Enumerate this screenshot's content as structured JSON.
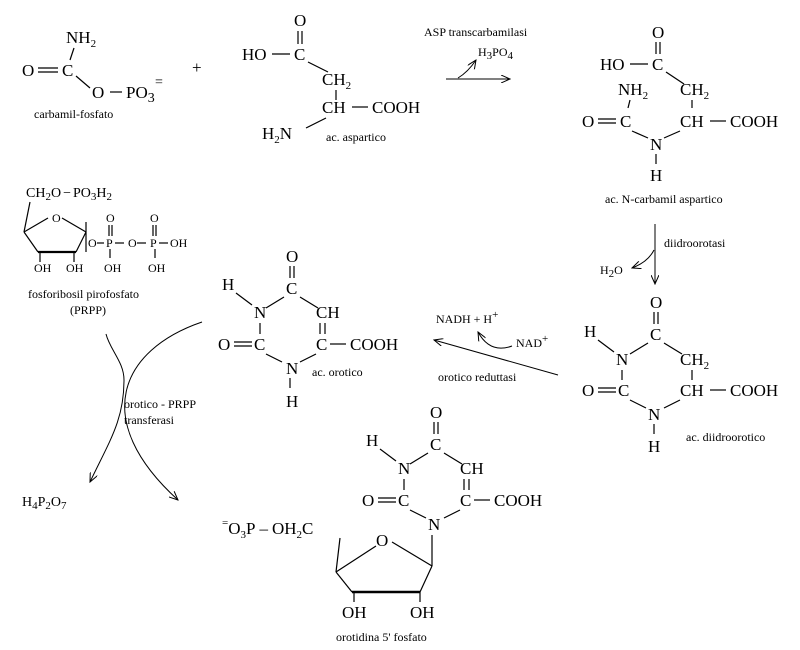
{
  "reactants": {
    "carbamil": {
      "nh2": "NH",
      "nh2_sub": "2",
      "o": "O",
      "c": "C",
      "opo": "O",
      "po": "PO",
      "po_sub": "3",
      "charge": "=",
      "name": "carbamil-fosfato"
    },
    "plus": "+",
    "aspartico": {
      "ho": "HO",
      "c": "C",
      "o": "O",
      "ch2": "CH",
      "ch2_sub": "2",
      "ch": "CH",
      "cooh": "COOH",
      "h2n": "H",
      "h2n_sub": "2",
      "n": "N",
      "name": "ac. aspartico"
    }
  },
  "enzymes": {
    "transcarbamilasi": "ASP transcarbamilasi",
    "h3po4": {
      "h": "H",
      "s1": "3",
      "po": "PO",
      "s2": "4"
    },
    "diidroorotasi": "diidroorotasi",
    "h2o": {
      "h": "H",
      "s": "2",
      "o": "O"
    },
    "reduttasi": "orotico reduttasi",
    "nadh": "NADH + H",
    "nadh_sup": "+",
    "nad": "NAD",
    "nad_sup": "+",
    "transferasi_line1": "orotico - PRPP",
    "transferasi_line2": "transferasi",
    "h4p2o7": {
      "h": "H",
      "s1": "4",
      "p": "P",
      "s2": "2",
      "o": "O",
      "s3": "7"
    }
  },
  "carbamil_aspartico": {
    "o": "O",
    "ho": "HO",
    "c": "C",
    "nh2": "NH",
    "nh2_sub": "2",
    "ch2": "CH",
    "ch2_sub": "2",
    "o2": "O",
    "c2": "C",
    "ch": "CH",
    "cooh": "COOH",
    "n": "N",
    "h": "H",
    "name": "ac. N-carbamil aspartico"
  },
  "diidroorotico": {
    "o": "O",
    "h": "H",
    "n": "N",
    "c": "C",
    "ch2": "CH",
    "ch2_sub": "2",
    "o2": "O",
    "c2": "C",
    "ch": "CH",
    "cooh": "COOH",
    "n2": "N",
    "h2": "H",
    "name": "ac. diidroorotico"
  },
  "orotico": {
    "o": "O",
    "h": "H",
    "n": "N",
    "c": "C",
    "ch": "CH",
    "o2": "O",
    "c2": "C",
    "c3": "C",
    "cooh": "COOH",
    "n2": "N",
    "h2": "H",
    "name": "ac. orotico"
  },
  "prpp": {
    "ch2o": "CH",
    "ch2o_sub": "2",
    "o_po3": "O",
    "po3": "PO",
    "po3_sub": "3",
    "po3_h": "H",
    "po3_h_sub": "2",
    "ring_o": "O",
    "oh1": "OH",
    "oh2": "OH",
    "o1": "O",
    "p1": "P",
    "o2": "O",
    "p2": "P",
    "oh3": "OH",
    "o_top1": "O",
    "o_top2": "O",
    "oh4": "OH",
    "oh5": "OH",
    "name1": "fosforibosil pirofosfato",
    "name2": "(PRPP)"
  },
  "orotidina": {
    "o": "O",
    "h": "H",
    "n": "N",
    "c": "C",
    "ch": "CH",
    "o2": "O",
    "c2": "C",
    "c3": "C",
    "cooh": "COOH",
    "n2": "N",
    "phos_charge": "=",
    "phos": "O",
    "phos_sub": "3",
    "phos_p": "P",
    "och2": "OH",
    "och2_sub": "2",
    "och2_c": "C",
    "ring_o": "O",
    "oh1": "OH",
    "oh2": "OH",
    "name": "orotidina 5' fosfato"
  }
}
